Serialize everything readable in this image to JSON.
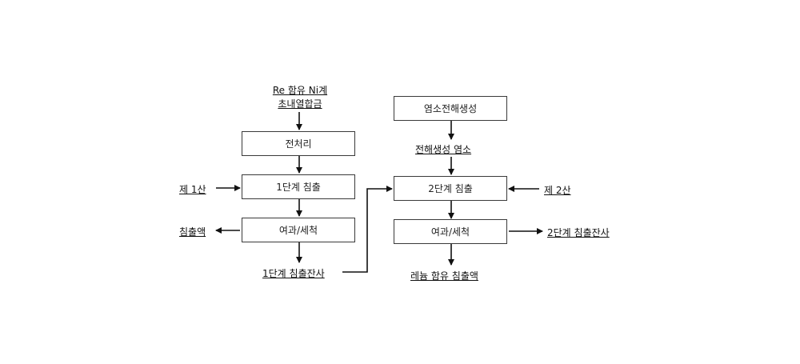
{
  "left": {
    "start_label_line1": "Re 함유 Ni계",
    "start_label_line2": "초내열합금",
    "step1": "전처리",
    "step2": "1단계 침출",
    "acid1": "제 1산",
    "step3": "여과/세척",
    "leachate": "침출액",
    "residue": "1단계 침출잔사"
  },
  "right": {
    "top_box": "염소전해생성",
    "gas_label": "전해생성 염소",
    "step2": "2단계 침출",
    "acid2": "제 2산",
    "step3": "여과/세척",
    "residue": "2단계 침출잔사",
    "product": "레늄 함유 침출액"
  }
}
